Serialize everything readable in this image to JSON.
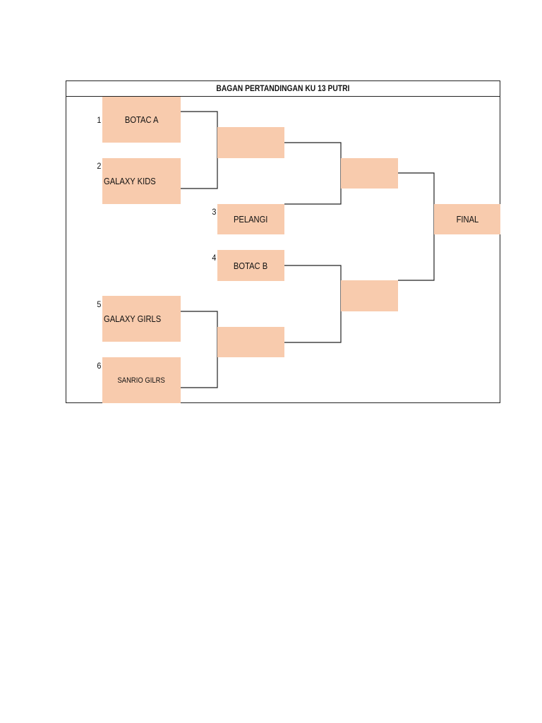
{
  "title": "BAGAN PERTANDINGAN KU 13 PUTRI",
  "teams": [
    {
      "seed": "1",
      "name": "BOTAC A"
    },
    {
      "seed": "2",
      "name": "GALAXY KIDS"
    },
    {
      "seed": "3",
      "name": "PELANGI"
    },
    {
      "seed": "4",
      "name": "BOTAC B"
    },
    {
      "seed": "5",
      "name": "GALAXY GIRLS"
    },
    {
      "seed": "6",
      "name": "SANRIO GILRS"
    }
  ],
  "rounds": {
    "quarter_1": "",
    "quarter_2": "",
    "semi_1": "",
    "semi_2": "",
    "final": "FINAL"
  },
  "colors": {
    "box_fill": "#f8cbad",
    "line": "#222222"
  }
}
